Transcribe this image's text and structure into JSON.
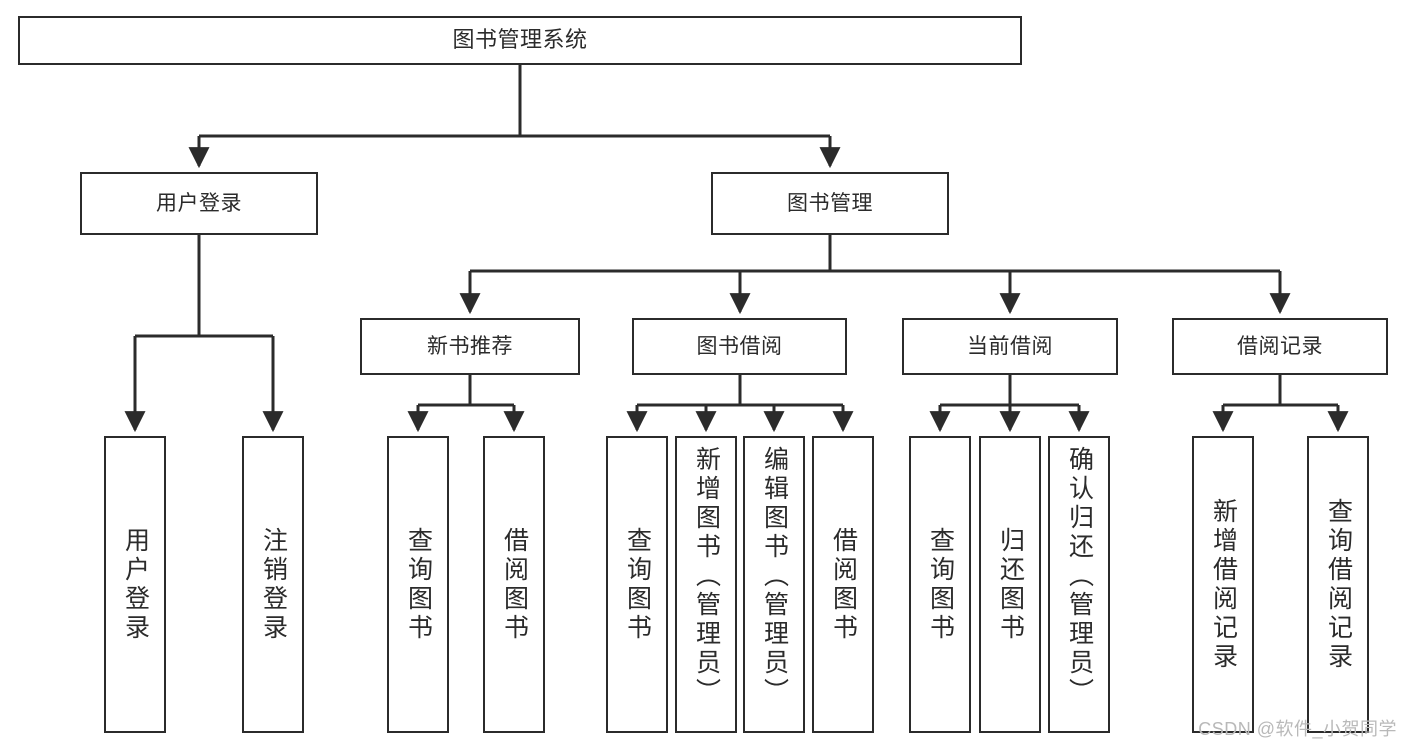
{
  "diagram": {
    "title": "图书管理系统",
    "type": "hierarchy-tree",
    "watermark": "CSDN @软件_小贺同学",
    "colors": {
      "background": "#ffffff",
      "box_border": "#2b2b2b",
      "box_fill": "#ffffff",
      "text": "#2b2b2b",
      "connector": "#2b2b2b",
      "watermark": "#b9b9b9"
    },
    "nodes": {
      "root": {
        "label": "图书管理系统"
      },
      "level2": [
        {
          "label": "用户登录"
        },
        {
          "label": "图书管理"
        }
      ],
      "level3": [
        {
          "label": "新书推荐"
        },
        {
          "label": "图书借阅"
        },
        {
          "label": "当前借阅"
        },
        {
          "label": "借阅记录"
        }
      ],
      "leaves": {
        "user_login": [
          {
            "label": "用户登录"
          },
          {
            "label": "注销登录"
          }
        ],
        "new_book_recommend": [
          {
            "label": "查询图书"
          },
          {
            "label": "借阅图书"
          }
        ],
        "book_borrow": [
          {
            "label": "查询图书"
          },
          {
            "label": "新增图书（管理员）"
          },
          {
            "label": "编辑图书（管理员）"
          },
          {
            "label": "借阅图书"
          }
        ],
        "current_borrow": [
          {
            "label": "查询图书"
          },
          {
            "label": "归还图书"
          },
          {
            "label": "确认归还（管理员）"
          }
        ],
        "borrow_record": [
          {
            "label": "新增借阅记录"
          },
          {
            "label": "查询借阅记录"
          }
        ]
      }
    }
  }
}
